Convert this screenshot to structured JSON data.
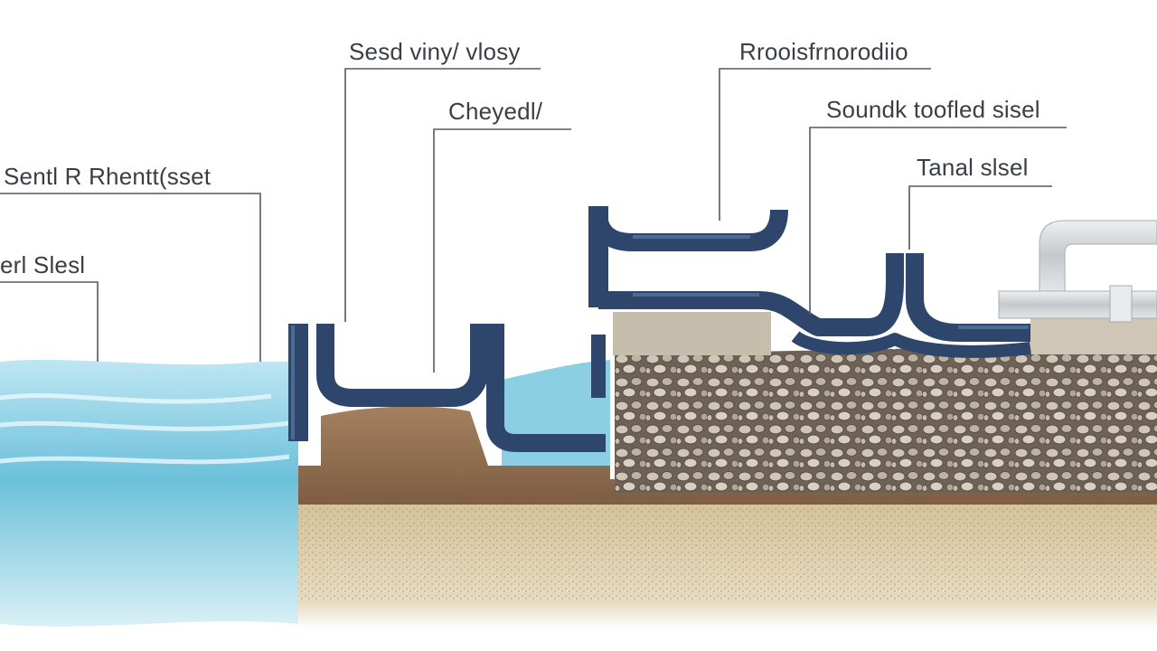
{
  "labels": {
    "seal_vinyl": "Sesd viny/ vlosy",
    "chevron": "Cheyedl/",
    "scent_rhemtt": "Sentl R  Rhentt(sset",
    "steel_left": "erl Slesl",
    "reinforced": "Rrooisfrnorodiio",
    "bounded_steel": "Soundk toofled sisel",
    "tanal_steel": "Tanal slsel"
  },
  "colors": {
    "pipe": "#2e466b",
    "pipe_highlight": "#5a7aa3",
    "water": "#9fd3e4",
    "water_deep": "#5fb6d1",
    "soil_brown": "#8b6a4f",
    "sand": "#d8c6a0",
    "gravel": "#7c7266",
    "concrete": "#c9bfae",
    "steel_pipe": "#cfd3d6",
    "leader_line": "#555a60"
  }
}
